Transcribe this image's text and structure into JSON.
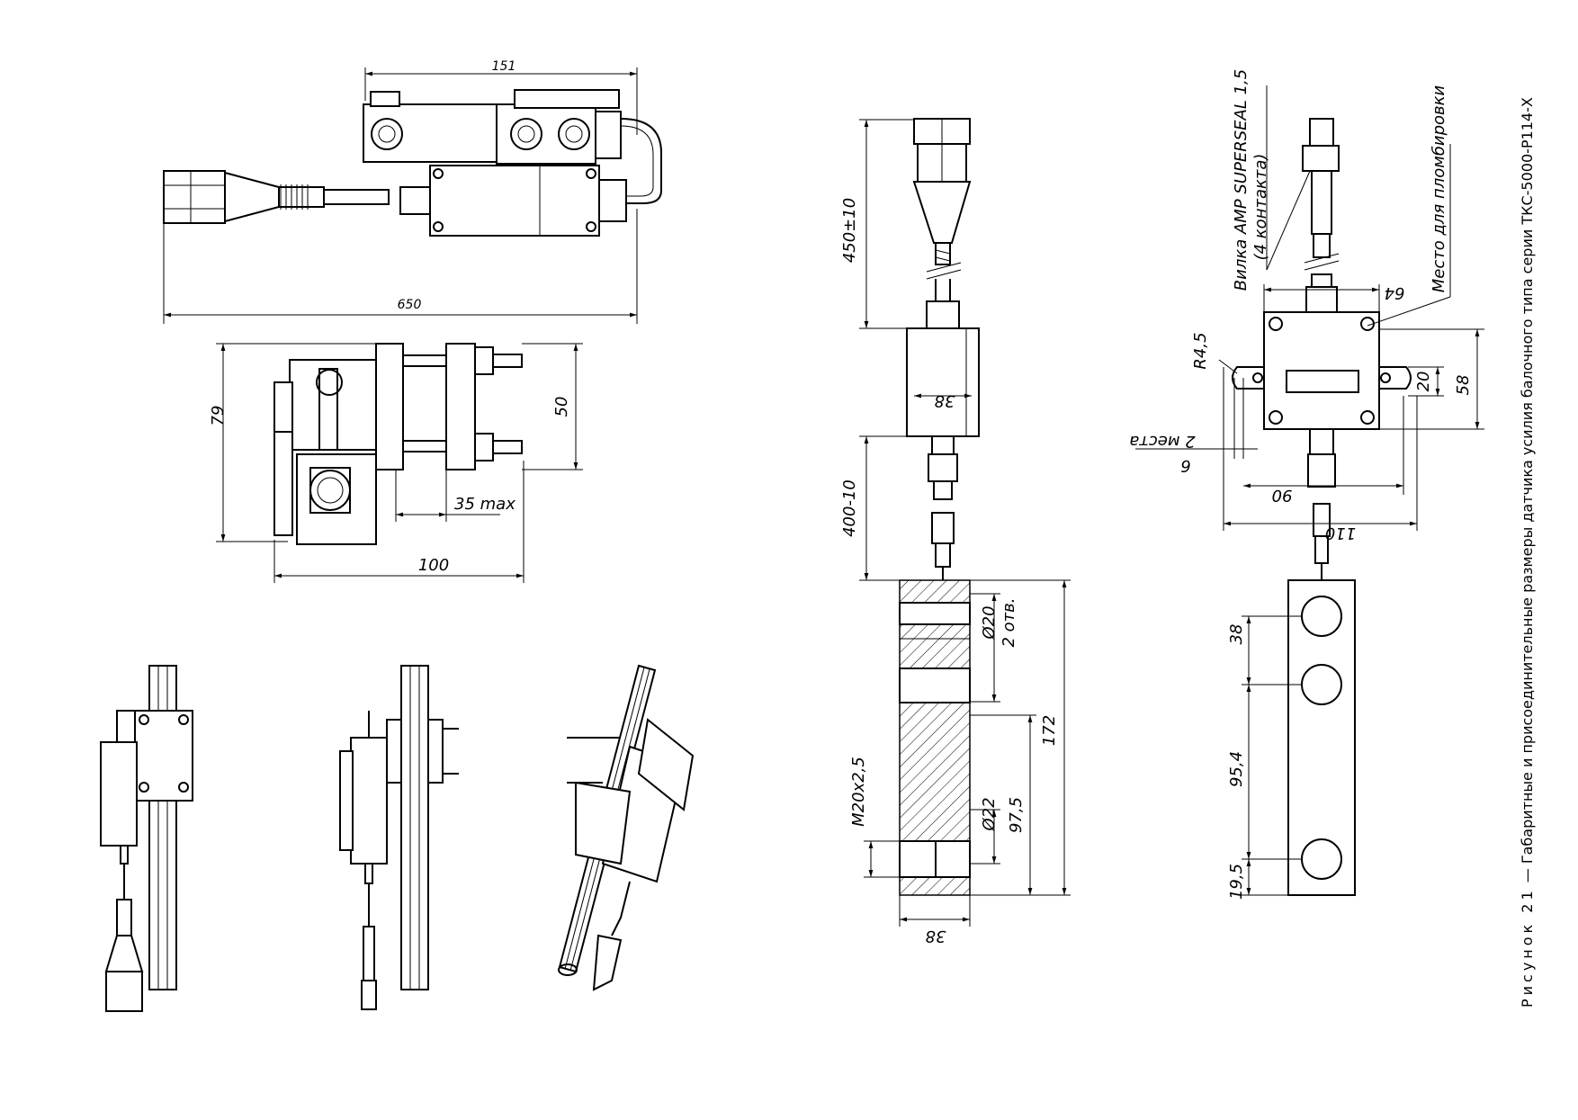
{
  "caption": {
    "figure_label": "Рисунок 21",
    "dash": " — ",
    "text": "Габаритные и присоединительные размеры датчика усилия балочного типа серии ТКС-5000-Р114-Х"
  },
  "top_view": {
    "d151": "151",
    "d650": "650"
  },
  "side_view": {
    "d79": "79",
    "d50": "50",
    "d35max": "35 max",
    "d100": "100"
  },
  "middle_view": {
    "d450": "450±10",
    "d400": "400-10",
    "d38_box": "38",
    "d20": "Ø20",
    "otv": "2 отв.",
    "d22": "Ø22",
    "d97_5": "97,5",
    "d172": "172",
    "thread": "M20x2,5",
    "d38_bottom": "38"
  },
  "right_view": {
    "plug_line1": "Вилка AMP SUPERSEAL 1,5",
    "plug_line2": "(4 контакта)",
    "seal_place": "Место для пломбировки",
    "r45": "R4,5",
    "d64": "64",
    "d20": "20",
    "d58": "58",
    "places_line1": "2 места",
    "places_line2": "6",
    "d90": "90",
    "d110": "110",
    "d38": "38",
    "d95_4": "95,4",
    "d19_5": "19,5"
  }
}
